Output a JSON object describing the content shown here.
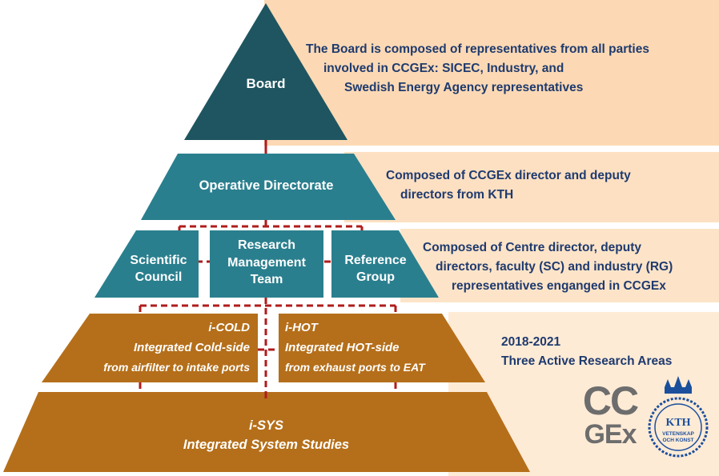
{
  "levels": {
    "board": {
      "label": "Board",
      "desc": [
        "The Board is composed of representatives from all parties",
        "involved in CCGEx: SICEC, Industry, and",
        "Swedish Energy Agency representatives"
      ]
    },
    "directorate": {
      "label": "Operative Directorate",
      "desc": [
        "Composed of CCGEx director and deputy",
        "directors from KTH"
      ]
    },
    "management": {
      "scientific": [
        "Scientific",
        "Council"
      ],
      "team": [
        "Research",
        "Management",
        "Team"
      ],
      "reference": [
        "Reference",
        "Group"
      ],
      "desc": [
        "Composed of Centre director, deputy",
        "directors, faculty (SC) and industry (RG)",
        "representatives enganged in CCGEx"
      ]
    },
    "areas": {
      "cold": [
        "i-COLD",
        "Integrated Cold-side",
        "from airfilter to intake ports"
      ],
      "hot": [
        "i-HOT",
        "Integrated HOT-side",
        "from exhaust ports to EAT"
      ],
      "desc": [
        "2018-2021",
        "Three Active Research Areas"
      ]
    },
    "sys": [
      "i-SYS",
      "Integrated System  Studies"
    ]
  },
  "logos": {
    "ccgex_top": "CC",
    "ccgex_bottom": "GEx",
    "kth_text": "KTH",
    "kth_motto1": "VETENSKAP",
    "kth_motto2": "OCH KONST"
  },
  "colors": {
    "board": "#1e5560",
    "teal": "#2a7f8e",
    "brown": "#b56f1a",
    "dash": "#b01c1c",
    "text_navy": "#1f3a6e",
    "band": "#fde3c6"
  }
}
